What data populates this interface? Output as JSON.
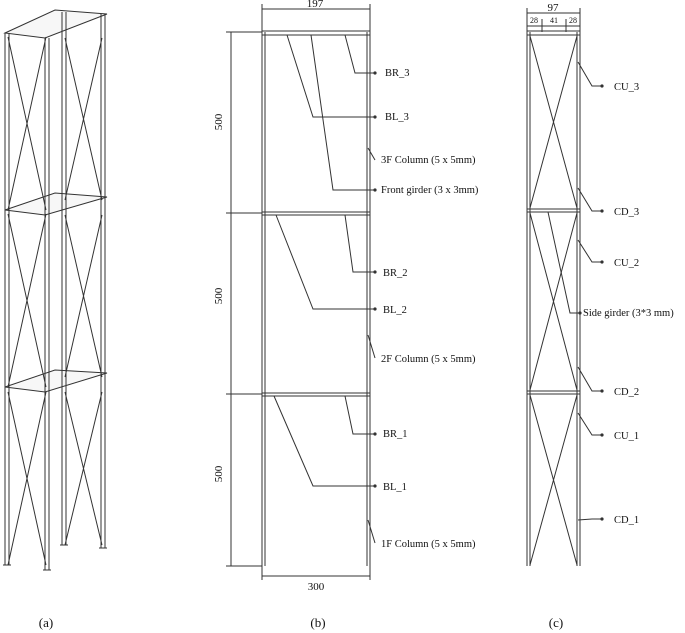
{
  "panels": {
    "a": {
      "caption": "(a)"
    },
    "b": {
      "caption": "(b)",
      "width_top": "197",
      "width_bottom": "300",
      "story_heights": [
        "500",
        "500",
        "500"
      ],
      "labels": {
        "br3": "BR_3",
        "bl3": "BL_3",
        "col3": "3F Column (5 x 5mm)",
        "front_girder": "Front girder (3 x 3mm)",
        "br2": "BR_2",
        "bl2": "BL_2",
        "col2": "2F Column (5 x 5mm)",
        "br1": "BR_1",
        "bl1": "BL_1",
        "col1": "1F Column (5 x 5mm)"
      }
    },
    "c": {
      "caption": "(c)",
      "width_total": "97",
      "sub_widths": [
        "28",
        "41",
        "28"
      ],
      "labels": {
        "cu3": "CU_3",
        "cd3": "CD_3",
        "cu2": "CU_2",
        "side_girder": "Side girder (3*3 mm)",
        "cd2": "CD_2",
        "cu1": "CU_1",
        "cd1": "CD_1"
      }
    }
  }
}
